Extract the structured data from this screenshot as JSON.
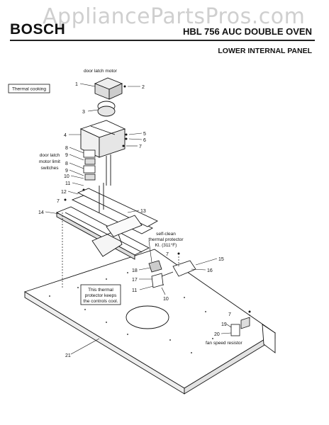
{
  "watermark": "AppliancePartsPros.com",
  "brand": "BOSCH",
  "model": "HBL 756 AUC DOUBLE OVEN",
  "panel_title": "LOWER INTERNAL PANEL",
  "thermal_box": "Thermal cooking",
  "labels": {
    "door_latch_motor": "door latch motor",
    "switches_1": "door latch",
    "switches_2": "motor limit",
    "switches_3": "switches",
    "protector_1": "self-clean",
    "protector_2": "thermal protector",
    "protector_3": "Kl. (311°F)",
    "note_1": "This thermal",
    "note_2": "protector keeps",
    "note_3": "the controls cool.",
    "fan_resistor": "fan speed resistor"
  },
  "callouts": [
    "1",
    "2",
    "3",
    "4",
    "5",
    "6",
    "7",
    "8",
    "9",
    "8",
    "9",
    "10",
    "11",
    "12",
    "7",
    "13",
    "14",
    "7",
    "15",
    "16",
    "18",
    "17",
    "11",
    "10",
    "7",
    "19",
    "20",
    "21"
  ]
}
